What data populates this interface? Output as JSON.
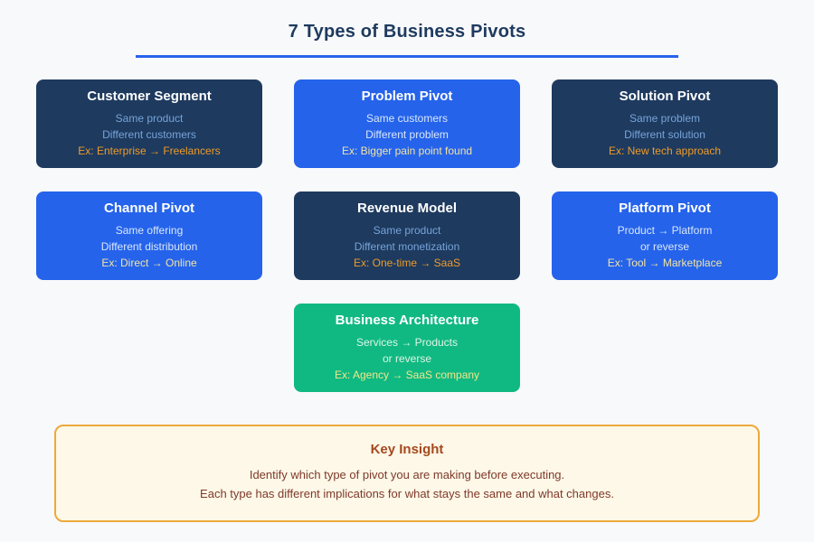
{
  "page": {
    "title": "7 Types of Business Pivots"
  },
  "palette": {
    "background": "#f8f9fb",
    "title_text": "#1e3a5f",
    "underline_accent": "#2563eb",
    "card_navy_bg": "#1e3a5f",
    "card_blue_bg": "#2563eb",
    "card_green_bg": "#10b981",
    "navy_body_text": "#76a4d8",
    "navy_example_text": "#ee9b28",
    "blue_body_text": "#d9e7fa",
    "blue_example_text": "#f3e4a4",
    "green_body_text": "#dcf5e9",
    "green_example_text": "#f0e68c",
    "insight_bg": "#fdf8e7",
    "insight_border": "#eda93c",
    "insight_title_text": "#a5491f",
    "insight_body_text": "#7f392b"
  },
  "cards": [
    {
      "title": "Customer Segment",
      "lines": [
        "Same product",
        "Different customers"
      ],
      "example": "Ex: Enterprise → Freelancers",
      "variant": "navy"
    },
    {
      "title": "Problem Pivot",
      "lines": [
        "Same customers",
        "Different problem"
      ],
      "example": "Ex: Bigger pain point found",
      "variant": "blue"
    },
    {
      "title": "Solution Pivot",
      "lines": [
        "Same problem",
        "Different solution"
      ],
      "example": "Ex: New tech approach",
      "variant": "navy"
    },
    {
      "title": "Channel Pivot",
      "lines": [
        "Same offering",
        "Different distribution"
      ],
      "example": "Ex: Direct → Online",
      "variant": "blue"
    },
    {
      "title": "Revenue Model",
      "lines": [
        "Same product",
        "Different monetization"
      ],
      "example": "Ex: One-time → SaaS",
      "variant": "navy"
    },
    {
      "title": "Platform Pivot",
      "lines": [
        "Product → Platform",
        "or reverse"
      ],
      "example": "Ex: Tool → Marketplace",
      "variant": "blue"
    },
    {
      "title": "Business Architecture",
      "lines": [
        "Services → Products",
        "or reverse"
      ],
      "example": "Ex: Agency → SaaS company",
      "variant": "green"
    }
  ],
  "key_insight": {
    "title": "Key Insight",
    "lines": [
      "Identify which type of pivot you are making before executing.",
      "Each type has different implications for what stays the same and what changes."
    ]
  }
}
